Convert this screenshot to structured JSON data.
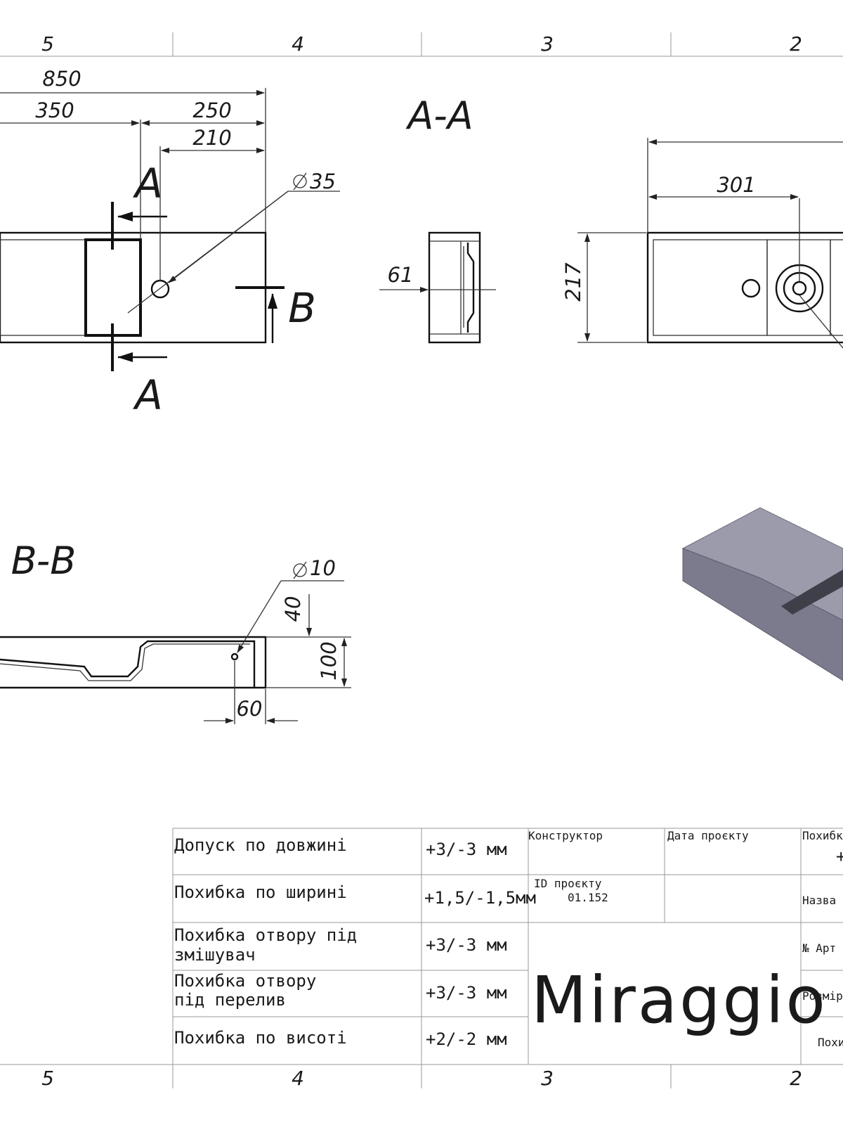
{
  "frame": {
    "zones_top": [
      "5",
      "4",
      "3",
      "2"
    ],
    "zones_bottom": [
      "5",
      "4",
      "3",
      "2"
    ]
  },
  "plan_view": {
    "dimensions": {
      "overall": "850",
      "left": "350",
      "right": "250",
      "hole_offset": "210",
      "hole_diameter": "35"
    },
    "section_marks": {
      "a_top": "A",
      "a_bottom": "A",
      "b": "B"
    }
  },
  "section_a": {
    "title": "A-A",
    "depth": "61"
  },
  "right_view": {
    "length": "301",
    "width": "217"
  },
  "section_b": {
    "title": "B-B",
    "hole_diameter": "10",
    "top_depth": "40",
    "height": "100",
    "offset": "60"
  },
  "title_block": {
    "tolerances": [
      {
        "label": [
          "Допуск по довжині"
        ],
        "value": "+3/-3 мм"
      },
      {
        "label": [
          "Похибка по ширині"
        ],
        "value": "+1,5/-1,5мм"
      },
      {
        "label": [
          "Похибка отвору під",
          "змішувач"
        ],
        "value": "+3/-3 мм"
      },
      {
        "label": [
          "Похибка отвору",
          "під перелив"
        ],
        "value": "+3/-3 мм"
      },
      {
        "label": [
          "Похибка по висоті"
        ],
        "value": "+2/-2 мм"
      }
    ],
    "designer_label": "Конструктор",
    "date_label": "Дата проєкту",
    "project_id_label": "ID проєкту",
    "project_id_value": "01.152",
    "logo": "Miraggio",
    "right_labels": {
      "tolerance": "Похибк",
      "tolerance_value": "+",
      "name": "Назва",
      "article": "№ Арт",
      "size": "Розмір",
      "bottom": "Похи"
    }
  }
}
